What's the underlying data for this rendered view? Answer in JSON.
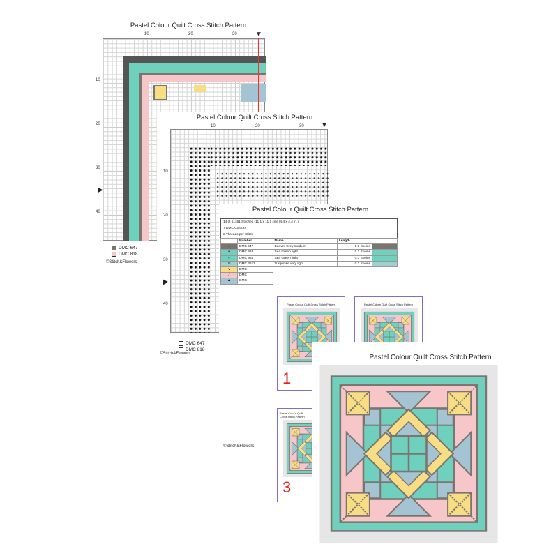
{
  "pattern_title": "Pastel Colour Quilt Cross Stitch Pattern",
  "copyright": "©Stitch&Flowers",
  "colors": {
    "grey": "#7a756f",
    "teal": "#6fd0bd",
    "pink": "#f6c6c8",
    "yellow": "#f9dd85",
    "blue": "#a4c4d4",
    "bg": "#e6e6e6"
  },
  "page1": {
    "top_ticks": [
      "10",
      "20",
      "30"
    ],
    "left_ticks": [
      "10",
      "20",
      "30",
      "40"
    ],
    "legend": [
      "DMC 647",
      "DMC 818"
    ]
  },
  "page2": {
    "top_ticks": [
      "10",
      "20",
      "30"
    ],
    "left_ticks": [
      "10",
      "20",
      "30",
      "40"
    ],
    "legend": [
      "DMC 647",
      "DMC 818"
    ]
  },
  "key": {
    "info": [
      "14 ct 61x61 Stitches (11.1 x 11.1 cm) (4.4 x 4.4 in.)",
      "7 DMC Colours",
      "2 Threads per Stitch"
    ],
    "headers": [
      "Number",
      "Name",
      "Length"
    ],
    "rows": [
      {
        "symbol": "●",
        "number": "DMC   647",
        "name": "Beaver Grey medium",
        "length": "0.9 Skeins",
        "color": "#7a756f"
      },
      {
        "symbol": "⧫",
        "number": "DMC   964",
        "name": "Sea Green light",
        "length": "0.3 Skeins",
        "color": "#6fd0bd"
      },
      {
        "symbol": "«",
        "number": "DMC   964",
        "name": "Sea Green light",
        "length": "0.3 Skeins",
        "color": "#6fd0bd"
      },
      {
        "symbol": "ℵ",
        "number": "DMC   3811",
        "name": "Turquoise very light",
        "length": "0.1 Skeins",
        "color": "#9fd0cf"
      },
      {
        "symbol": "↘",
        "number": "DMC",
        "name": "",
        "length": "",
        "color": "#f9dd85"
      },
      {
        "symbol": "⁄",
        "number": "DMC",
        "name": "",
        "length": "",
        "color": "#f6c6c8"
      },
      {
        "symbol": "♟",
        "number": "DMC",
        "name": "",
        "length": "",
        "color": "#a4c4d4"
      }
    ]
  },
  "thumbnails": [
    {
      "number": "1"
    },
    {
      "number": ""
    },
    {
      "number": "3"
    }
  ]
}
